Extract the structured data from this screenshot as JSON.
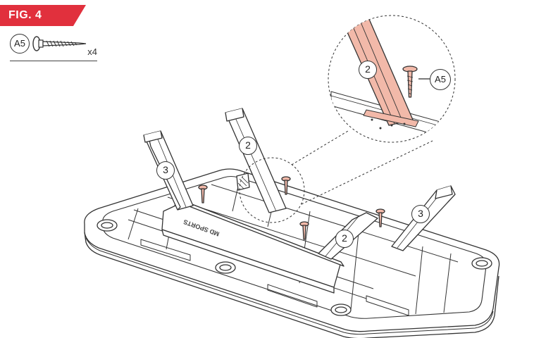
{
  "figure": {
    "title": "FIG. 4",
    "accent_color": "#e1303d"
  },
  "parts_list": {
    "items": [
      {
        "id": "A5",
        "icon": "screw-icon",
        "quantity": "x4"
      }
    ]
  },
  "callouts": {
    "leg_3_left": "3",
    "leg_2_center": "2",
    "leg_2_right": "2",
    "leg_3_right": "3",
    "detail_leg": "2",
    "detail_screw": "A5"
  },
  "brand_mark": "MD SPORTS",
  "highlight_color": "#f2b9a9"
}
